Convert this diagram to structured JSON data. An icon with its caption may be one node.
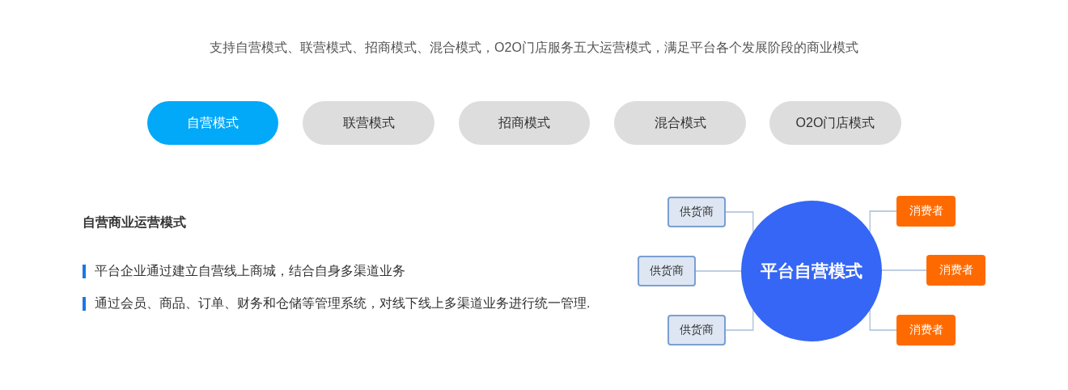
{
  "diagram": {
    "title": "支持自营模式、联营模式、招商模式、混合模式，O2O门店服务五大运营模式，满足平台各个发展阶段的商业模式",
    "nodes": [
      {
        "text": [
          "自营模式"
        ]
      },
      {
        "text": [
          "联营模式"
        ]
      },
      {
        "text": [
          "招商模式"
        ]
      },
      {
        "text": [
          "混合模式"
        ]
      },
      {
        "text": [
          "O2O门店模式"
        ]
      },
      {
        "text": [
          "供货商"
        ]
      },
      {
        "text": [
          "供货商"
        ]
      },
      {
        "text": [
          "供货商"
        ]
      },
      {
        "text": [
          "平台自营模式"
        ]
      },
      {
        "text": [
          "消费者"
        ]
      },
      {
        "text": [
          "消费者"
        ]
      },
      {
        "text": [
          "消费者"
        ]
      }
    ],
    "edges": [
      {
        "from": 5,
        "to": 8,
        "arrow": "none"
      },
      {
        "from": 6,
        "to": 8,
        "arrow": "none"
      },
      {
        "from": 7,
        "to": 8,
        "arrow": "none"
      },
      {
        "from": 8,
        "to": 9,
        "arrow": "none"
      },
      {
        "from": 8,
        "to": 10,
        "arrow": "none"
      },
      {
        "from": 8,
        "to": 11,
        "arrow": "none"
      }
    ],
    "labels": [
      "自营商业运营模式",
      "平台企业通过建立自营线上商城，结合自身多渠道业务",
      "通过会员、商品、订单、财务和仓储等管理系统，对线下线上多渠道业务进行统一管理."
    ]
  }
}
